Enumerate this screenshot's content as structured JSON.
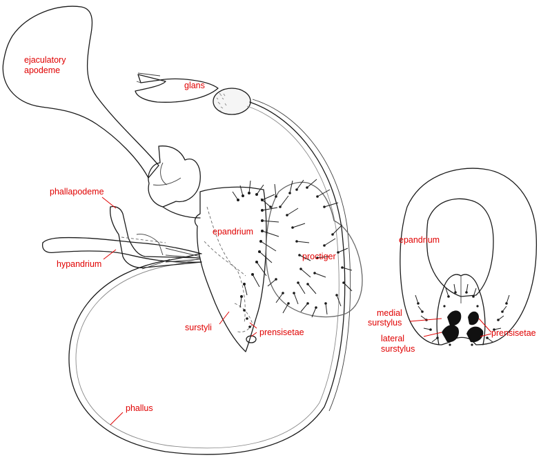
{
  "colors": {
    "label": "#e00000",
    "line": "#1a1a1a"
  },
  "labels": {
    "ejaculatory_1": "ejaculatory",
    "ejaculatory_2": "apodeme",
    "glans": "glans",
    "phallapodeme": "phallapodeme",
    "hypandrium": "hypandrium",
    "epandrium_left": "epandrium",
    "proctiger": "proctiger",
    "surstyli": "surstyli",
    "prensisetae_left": "prensisetae",
    "phallus": "phallus",
    "epandrium_right": "epandrium",
    "medial_1": "medial",
    "medial_2": "surstylus",
    "lateral_1": "lateral",
    "lateral_2": "surstylus",
    "prensisetae_right": "prensisetae"
  }
}
